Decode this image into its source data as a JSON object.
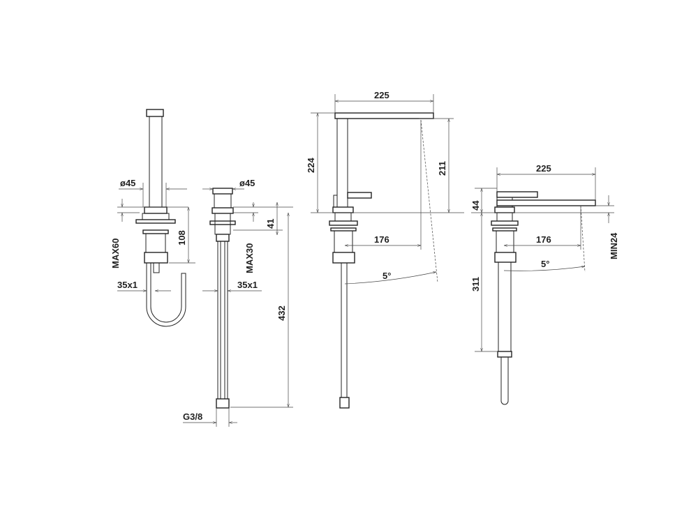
{
  "drawing": {
    "view_spray": {
      "diameter": "ø45",
      "max_deck": "MAX60",
      "height": "108",
      "thread": "35x1"
    },
    "view_supply": {
      "diameter": "ø45",
      "max_deck": "MAX30",
      "height_top": "41",
      "hose_length": "432",
      "thread": "35x1",
      "connection": "G3/8"
    },
    "view_side": {
      "spout_length": "225",
      "total_height": "224",
      "outlet_height": "211",
      "reach": "176",
      "angle": "5°"
    },
    "view_side_low": {
      "spout_length": "225",
      "spout_height": "44",
      "outlet_min": "MIN24",
      "below_deck": "311",
      "reach": "176",
      "angle": "5°"
    }
  }
}
